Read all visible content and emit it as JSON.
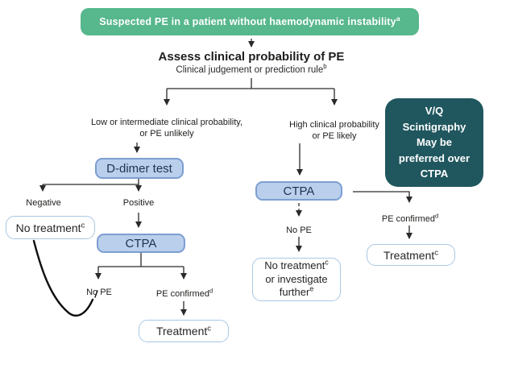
{
  "flowchart": {
    "header": {
      "text": "Suspected PE in a patient without haemodynamic instability",
      "sup": "a"
    },
    "assess": {
      "title": "Assess clinical probability of PE",
      "subtitle": "Clinical judgement or prediction rule",
      "subtitle_sup": "b"
    },
    "left_branch_label": {
      "line1": "Low or intermediate clinical probability,",
      "line2": "or PE unlikely"
    },
    "right_branch_label": {
      "line1": "High clinical probability",
      "line2": "or PE likely"
    },
    "d_dimer_box": {
      "label": "D-dimer test"
    },
    "negative_label": "Negative",
    "positive_label": "Positive",
    "no_treatment_box": {
      "label": "No treatment",
      "sup": "c"
    },
    "ctpa_left_box": {
      "label": "CTPA"
    },
    "no_pe_left_label": "No PE",
    "pe_confirmed_left": {
      "label": "PE confirmed",
      "sup": "d"
    },
    "treatment_left_box": {
      "label": "Treatment",
      "sup": "c"
    },
    "ctpa_right_box": {
      "label": "CTPA"
    },
    "no_pe_right_label": "No PE",
    "no_treatment_further_box": {
      "line1": "No treatment",
      "line1_sup": "c",
      "line2": "or investigate",
      "line3": "further",
      "line3_sup": "e"
    },
    "pe_confirmed_right": {
      "label": "PE confirmed",
      "sup": "d"
    },
    "treatment_right_box": {
      "label": "Treatment",
      "sup": "c"
    },
    "vq_note_box": {
      "lines": [
        "V/Q",
        "Scintigraphy",
        "May be",
        "preferred over",
        "CTPA"
      ]
    }
  },
  "colors": {
    "header_green": "#57b78d",
    "note_teal": "#20575f",
    "test_box_fill": "#b9cfec",
    "test_box_border": "#7d9ed1",
    "outcome_box_border": "#a9c7e5",
    "arrow": "#2a2a2a"
  }
}
